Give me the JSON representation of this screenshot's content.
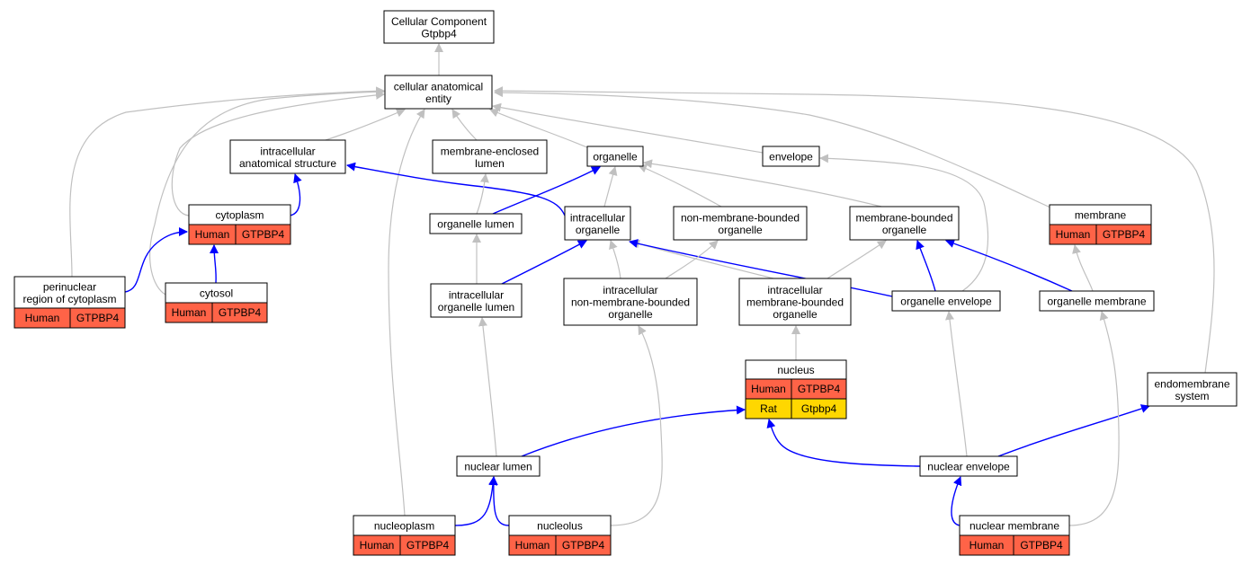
{
  "colors": {
    "human_cell": "#ff6347",
    "rat_cell": "#ffd700",
    "is_a_edge": "#c0c0c0",
    "part_of_edge": "#0000ff",
    "node_border": "#000000",
    "node_fill": "#ffffff"
  },
  "nodes": {
    "root": {
      "lines": [
        "Cellular Component",
        "Gtpbp4"
      ]
    },
    "cae": {
      "lines": [
        "cellular anatomical",
        "entity"
      ]
    },
    "ias": {
      "lines": [
        "intracellular",
        "anatomical structure"
      ]
    },
    "mel": {
      "lines": [
        "membrane-enclosed",
        "lumen"
      ]
    },
    "org": {
      "lines": [
        "organelle"
      ]
    },
    "env": {
      "lines": [
        "envelope"
      ]
    },
    "cyto": {
      "lines": [
        "cytoplasm"
      ],
      "rows": [
        [
          "Human",
          "GTPBP4"
        ]
      ]
    },
    "orglum": {
      "lines": [
        "organelle lumen"
      ]
    },
    "intorg": {
      "lines": [
        "intracellular",
        "organelle"
      ]
    },
    "nmbo": {
      "lines": [
        "non-membrane-bounded",
        "organelle"
      ]
    },
    "mbo": {
      "lines": [
        "membrane-bounded",
        "organelle"
      ]
    },
    "mem": {
      "lines": [
        "membrane"
      ],
      "rows": [
        [
          "Human",
          "GTPBP4"
        ]
      ]
    },
    "peri": {
      "lines": [
        "perinuclear",
        "region of cytoplasm"
      ],
      "rows": [
        [
          "Human",
          "GTPBP4"
        ]
      ]
    },
    "cytosol": {
      "lines": [
        "cytosol"
      ],
      "rows": [
        [
          "Human",
          "GTPBP4"
        ]
      ]
    },
    "iol": {
      "lines": [
        "intracellular",
        "organelle lumen"
      ]
    },
    "inmbo": {
      "lines": [
        "intracellular",
        "non-membrane-bounded",
        "organelle"
      ]
    },
    "imbo": {
      "lines": [
        "intracellular",
        "membrane-bounded",
        "organelle"
      ]
    },
    "orgenv": {
      "lines": [
        "organelle envelope"
      ]
    },
    "orgmem": {
      "lines": [
        "organelle membrane"
      ]
    },
    "nucleus": {
      "lines": [
        "nucleus"
      ],
      "rows": [
        [
          "Human",
          "GTPBP4"
        ],
        [
          "Rat",
          "Gtpbp4"
        ]
      ]
    },
    "endo": {
      "lines": [
        "endomembrane",
        "system"
      ]
    },
    "nuclum": {
      "lines": [
        "nuclear lumen"
      ]
    },
    "nucenv": {
      "lines": [
        "nuclear envelope"
      ]
    },
    "nucplasm": {
      "lines": [
        "nucleoplasm"
      ],
      "rows": [
        [
          "Human",
          "GTPBP4"
        ]
      ]
    },
    "nucleolus": {
      "lines": [
        "nucleolus"
      ],
      "rows": [
        [
          "Human",
          "GTPBP4"
        ]
      ]
    },
    "nucmem": {
      "lines": [
        "nuclear membrane"
      ],
      "rows": [
        [
          "Human",
          "GTPBP4"
        ]
      ]
    }
  },
  "edges": [
    {
      "from": "cae",
      "to": "root",
      "type": "is_a"
    },
    {
      "from": "ias",
      "to": "cae",
      "type": "is_a"
    },
    {
      "from": "mel",
      "to": "cae",
      "type": "is_a"
    },
    {
      "from": "org",
      "to": "cae",
      "type": "is_a"
    },
    {
      "from": "env",
      "to": "cae",
      "type": "is_a"
    },
    {
      "from": "mem",
      "to": "cae",
      "type": "is_a"
    },
    {
      "from": "endo",
      "to": "cae",
      "type": "is_a"
    },
    {
      "from": "peri",
      "to": "cae",
      "type": "is_a"
    },
    {
      "from": "cytosol",
      "to": "cae",
      "type": "is_a"
    },
    {
      "from": "cyto",
      "to": "cae",
      "type": "is_a"
    },
    {
      "from": "nucplasm",
      "to": "cae",
      "type": "is_a"
    },
    {
      "from": "cyto",
      "to": "ias",
      "type": "part_of"
    },
    {
      "from": "intorg",
      "to": "ias",
      "type": "part_of"
    },
    {
      "from": "peri",
      "to": "cyto",
      "type": "part_of"
    },
    {
      "from": "cytosol",
      "to": "cyto",
      "type": "part_of"
    },
    {
      "from": "orglum",
      "to": "mel",
      "type": "is_a"
    },
    {
      "from": "orglum",
      "to": "org",
      "type": "part_of"
    },
    {
      "from": "intorg",
      "to": "org",
      "type": "is_a"
    },
    {
      "from": "nmbo",
      "to": "org",
      "type": "is_a"
    },
    {
      "from": "mbo",
      "to": "org",
      "type": "is_a"
    },
    {
      "from": "orgenv",
      "to": "env",
      "type": "is_a"
    },
    {
      "from": "iol",
      "to": "orglum",
      "type": "is_a"
    },
    {
      "from": "iol",
      "to": "intorg",
      "type": "part_of"
    },
    {
      "from": "inmbo",
      "to": "intorg",
      "type": "is_a"
    },
    {
      "from": "imbo",
      "to": "intorg",
      "type": "is_a"
    },
    {
      "from": "orgenv",
      "to": "intorg",
      "type": "part_of"
    },
    {
      "from": "inmbo",
      "to": "nmbo",
      "type": "is_a"
    },
    {
      "from": "imbo",
      "to": "mbo",
      "type": "is_a"
    },
    {
      "from": "orgenv",
      "to": "mbo",
      "type": "part_of"
    },
    {
      "from": "orgmem",
      "to": "mbo",
      "type": "part_of"
    },
    {
      "from": "orgmem",
      "to": "mem",
      "type": "is_a"
    },
    {
      "from": "nucleus",
      "to": "imbo",
      "type": "is_a"
    },
    {
      "from": "nuclum",
      "to": "iol",
      "type": "is_a"
    },
    {
      "from": "nuclum",
      "to": "nucleus",
      "type": "part_of"
    },
    {
      "from": "nucleolus",
      "to": "inmbo",
      "type": "is_a"
    },
    {
      "from": "nucenv",
      "to": "orgenv",
      "type": "is_a"
    },
    {
      "from": "nucenv",
      "to": "nucleus",
      "type": "part_of"
    },
    {
      "from": "nucenv",
      "to": "endo",
      "type": "part_of"
    },
    {
      "from": "nucplasm",
      "to": "nuclum",
      "type": "part_of"
    },
    {
      "from": "nucleolus",
      "to": "nuclum",
      "type": "part_of"
    },
    {
      "from": "nucmem",
      "to": "nucenv",
      "type": "part_of"
    },
    {
      "from": "nucmem",
      "to": "orgmem",
      "type": "is_a"
    }
  ]
}
